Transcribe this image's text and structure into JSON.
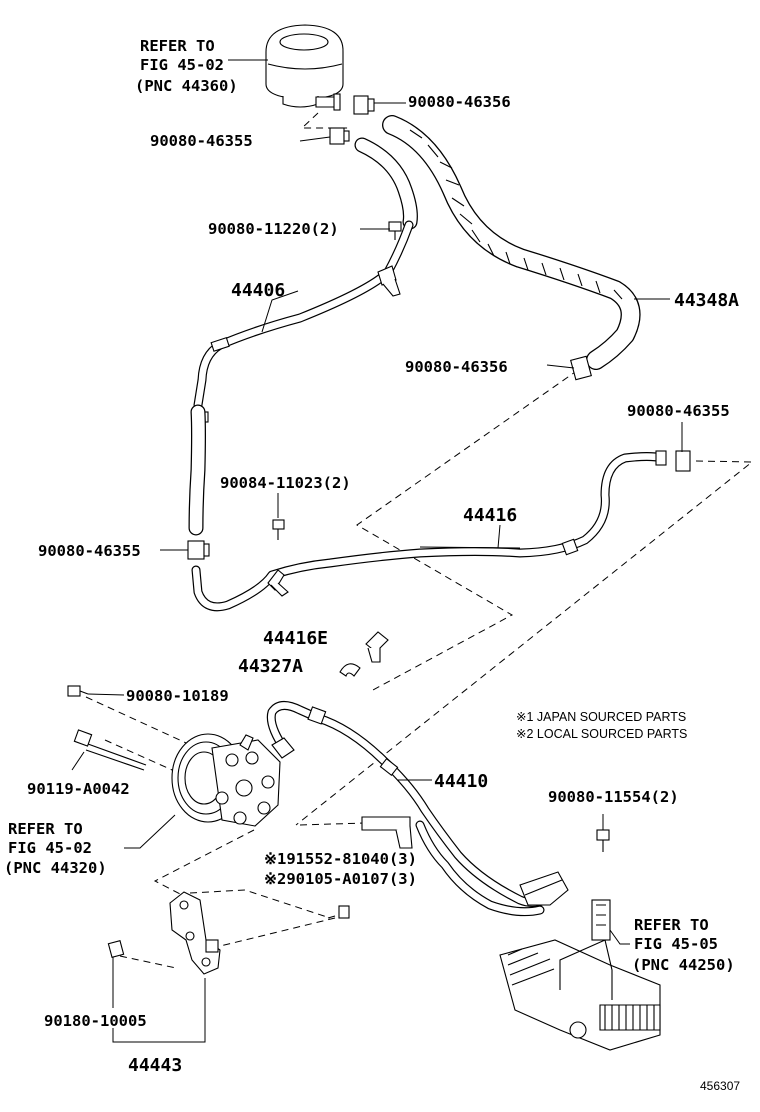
{
  "figure_id": "456307",
  "notes": {
    "note1": "※1  JAPAN SOURCED PARTS",
    "note2": "※2  LOCAL SOURCED PARTS"
  },
  "references": {
    "reservoir": [
      "REFER TO",
      "FIG 45-02",
      "(PNC 44360)"
    ],
    "pump": [
      "REFER TO",
      "FIG 45-02",
      "(PNC 44320)"
    ],
    "gear": [
      "REFER TO",
      "FIG 45-05",
      "(PNC 44250)"
    ]
  },
  "labels": {
    "clip_46356_top": "90080-46356",
    "clip_46355_top": "90080-46355",
    "bolt_11220": "90080-11220(2)",
    "tube_44406": "44406",
    "hose_44348a": "44348A",
    "clip_46356_mid": "90080-46356",
    "clip_46355_right": "90080-46355",
    "bolt_11023": "90084-11023(2)",
    "tube_44416": "44416",
    "clip_46355_left": "90080-46355",
    "union_44416e": "44416E",
    "gasket_44327a": "44327A",
    "bolt_10189": "90080-10189",
    "bolt_a0042": "90119-A0042",
    "tube_44410": "44410",
    "bolt_11554": "90080-11554(2)",
    "bolt_81040": "※191552-81040(3)",
    "bolt_a0107": "※290105-A0107(3)",
    "nut_10005": "90180-10005",
    "bracket_44443": "44443"
  }
}
